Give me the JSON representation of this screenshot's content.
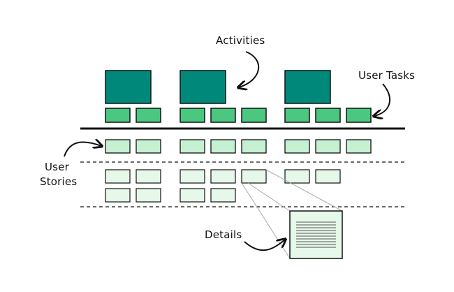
{
  "labels": {
    "activities": "Activities",
    "user_tasks": "User Tasks",
    "user_stories_line1": "User",
    "user_stories_line2": "Stories",
    "details": "Details"
  },
  "colors": {
    "activity": "#00897b",
    "task": "#4cc77f",
    "story": "#c6f0d2",
    "story_light": "#e6f8e9",
    "line": "#111111"
  }
}
